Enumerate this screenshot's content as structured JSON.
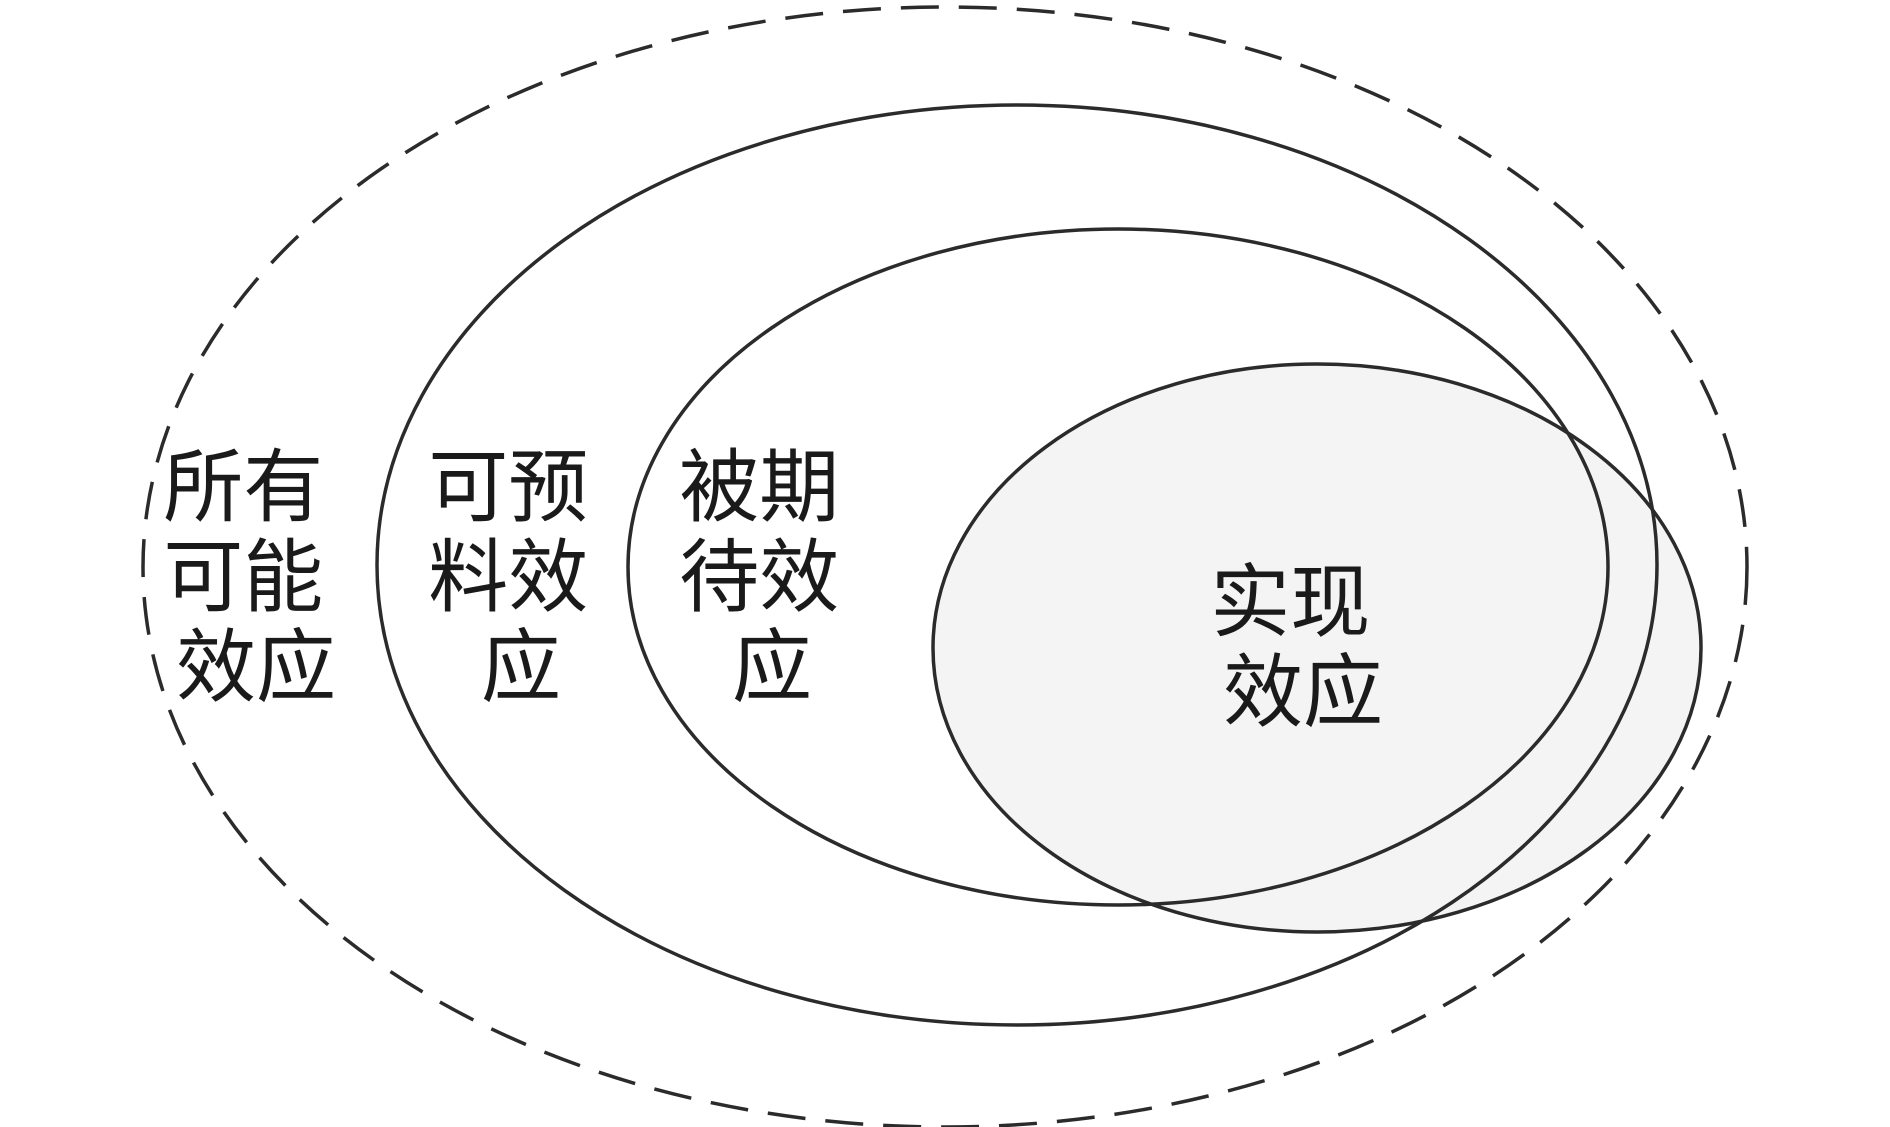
{
  "colors": {
    "line": "#2b2b2b",
    "text": "#1a1a1a",
    "realized_fill": "#f4f4f4",
    "background": "#ffffff"
  },
  "labels": {
    "all_possible": [
      "所有",
      "可能",
      "效应"
    ],
    "predictable": [
      "可预",
      "料效",
      "应"
    ],
    "expected": [
      "被期",
      "待效",
      "应"
    ],
    "realized": [
      "实现",
      "效应"
    ]
  }
}
